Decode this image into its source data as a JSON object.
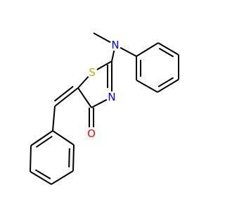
{
  "molecule": {
    "atoms": [
      {
        "id": "S1",
        "label": "S",
        "color": "#b2b200"
      },
      {
        "id": "N3",
        "label": "N",
        "color": "#0000ff"
      },
      {
        "id": "N6",
        "label": "N",
        "color": "#0000ff"
      },
      {
        "id": "O4",
        "label": "O",
        "color": "#ff0000"
      }
    ],
    "bond_color": "#000000"
  }
}
